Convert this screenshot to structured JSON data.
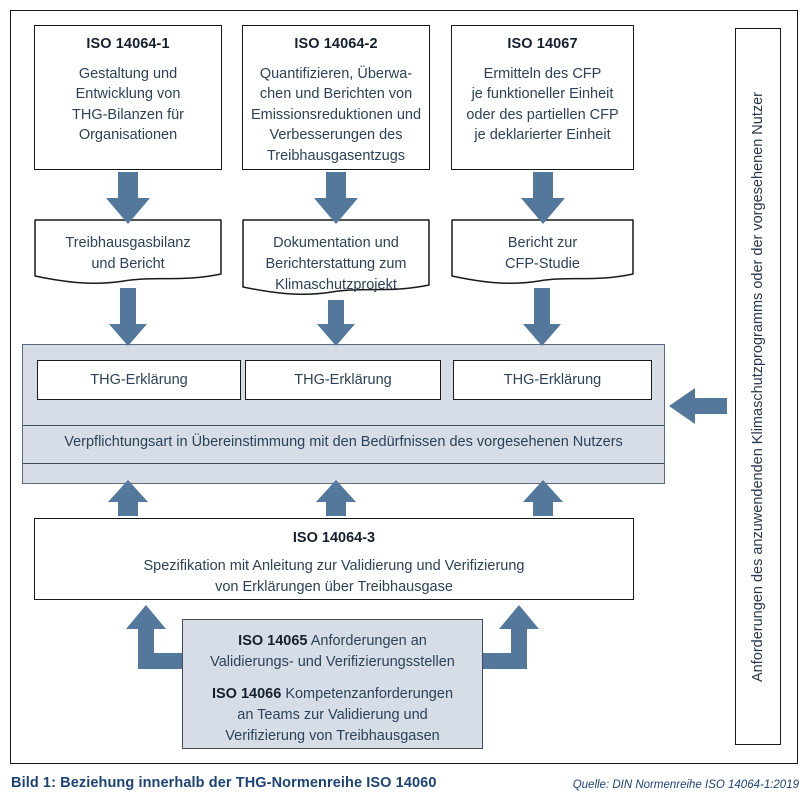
{
  "figure": {
    "caption": "Bild 1: Beziehung innerhalb der THG-Normenreihe ISO 14060",
    "source": "Quelle: DIN Normenreihe ISO 14064-1:2019",
    "colors": {
      "arrow": "#53789b",
      "panel_gray": "#d6dde6",
      "frame": "#1a1a1a",
      "text": "#2b4258",
      "title": "#14202e",
      "caption": "#1c4377"
    }
  },
  "standards_row": [
    {
      "title": "ISO 14064-1",
      "lines": [
        "Gestaltung und",
        "Entwicklung von",
        "THG-Bilanzen für",
        "Organisationen"
      ]
    },
    {
      "title": "ISO 14064-2",
      "lines": [
        "Quantifizieren, Überwa-",
        "chen und Berichten von",
        "Emissionsreduktionen und",
        "Verbesserungen des",
        "Treibhausgasentzugs"
      ]
    },
    {
      "title": "ISO 14067",
      "lines": [
        "Ermitteln des CFP",
        "je funktioneller Einheit",
        "oder des partiellen CFP",
        "je deklarierter Einheit"
      ]
    }
  ],
  "documents_row": [
    {
      "lines": [
        "Treibhausgasbilanz",
        "und Bericht"
      ]
    },
    {
      "lines": [
        "Dokumentation und",
        "Berichterstattung zum",
        "Klimaschutzprojekt"
      ]
    },
    {
      "lines": [
        "Bericht zur",
        "CFP-Studie"
      ]
    }
  ],
  "declaration_panel": {
    "boxes": [
      {
        "label": "THG-Erklärung"
      },
      {
        "label": "THG-Erklärung"
      },
      {
        "label": "THG-Erklärung"
      }
    ],
    "statement": "Verpflichtungsart in Übereinstimmung mit den Bedürfnissen des vorgesehenen Nutzers"
  },
  "iso_14064_3": {
    "title": "ISO 14064-3",
    "lines": [
      "Spezifikation mit Anleitung zur Validierung und Verifizierung",
      "von Erklärungen über Treibhausgase"
    ]
  },
  "bodies_box": {
    "para1_bold": "ISO 14065",
    "para1_rest": " Anforderungen an",
    "para1_line2": "Validierungs- und Verifizierungsstellen",
    "para2_bold": "ISO 14066",
    "para2_rest": " Kompetenzanforderungen",
    "para2_line2": "an Teams zur Validierung und",
    "para2_line3": "Verifizierung von Treibhausgasen"
  },
  "side_panel": {
    "text": "Anforderungen des anzuwendenden Klimaschutzprogramms oder der vorgesehenen Nutzer"
  }
}
